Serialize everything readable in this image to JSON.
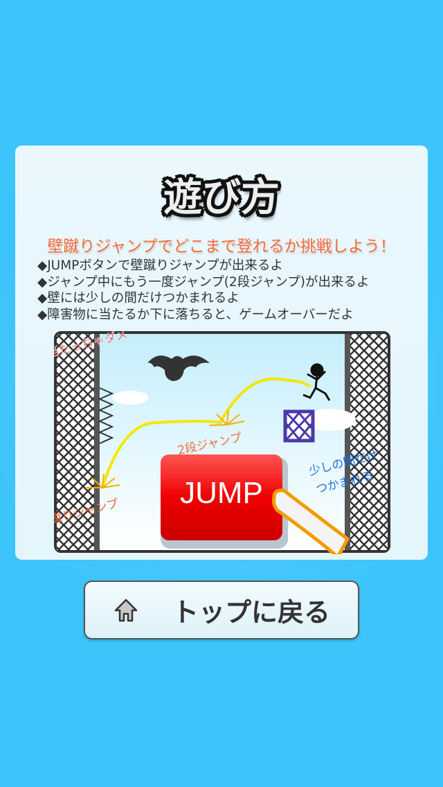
{
  "title": "遊び方",
  "subtitle": "壁蹴りジャンプでどこまで登れるか挑戦しよう！",
  "rules": [
    "◆JUMPボタンで壁蹴りジャンプが出来るよ",
    "◆ジャンプ中にもう一度ジャンプ(2段ジャンプ)が出来るよ",
    "◆壁には少しの間だけつかまれるよ",
    "◆障害物に当たるか下に落ちると、ゲームオーバーだよ"
  ],
  "illustration": {
    "danger_label": "当たっちゃダメ",
    "wall_kick_label": "壁蹴りジャンプ",
    "double_jump_label": "2段ジャンプ",
    "grab_label_1": "少しの間だけ",
    "grab_label_2": "つかまれる",
    "jump_button": "JUMP"
  },
  "home_button": {
    "label": "トップに戻る",
    "icon": "home-icon"
  },
  "colors": {
    "background": "#3cc4fb",
    "accent_orange": "#f36a3a",
    "jump_red": "#e60000",
    "label_blue": "#1a6fe0"
  }
}
